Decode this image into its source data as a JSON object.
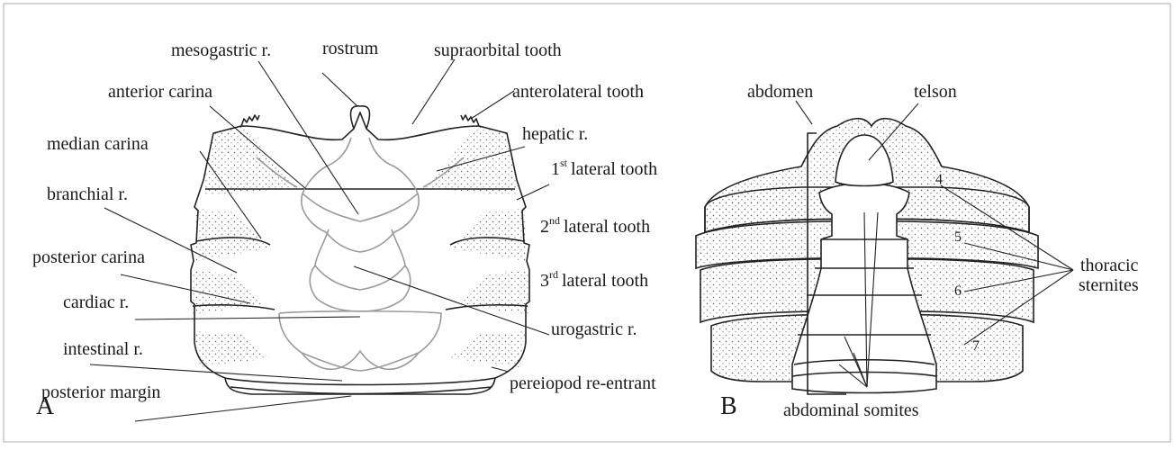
{
  "panel_a": {
    "letter": "A",
    "labels": {
      "rostrum": "rostrum",
      "mesogastric": "mesogastric r.",
      "supraorbital": "supraorbital tooth",
      "anterior_carina": "anterior carina",
      "anterolateral": "anterolateral tooth",
      "hepatic": "hepatic r.",
      "median_carina": "median carina",
      "lateral_1_num": "1",
      "lateral_1_sup": "st",
      "lateral_1_text": "lateral tooth",
      "branchial": "branchial r.",
      "lateral_2_num": "2",
      "lateral_2_sup": "nd",
      "lateral_2_text": "lateral tooth",
      "posterior_carina": "posterior carina",
      "lateral_3_num": "3",
      "lateral_3_sup": "rd",
      "lateral_3_text": "lateral tooth",
      "cardiac": "cardiac r.",
      "urogastric": "urogastric r.",
      "intestinal": "intestinal r.",
      "pereiopod": "pereiopod re-entrant",
      "posterior_margin": "posterior margin"
    }
  },
  "panel_b": {
    "letter": "B",
    "labels": {
      "abdomen": "abdomen",
      "telson": "telson",
      "sternite_4": "4",
      "sternite_5": "5",
      "sternite_6": "6",
      "sternite_7": "7",
      "thoracic_1": "thoracic",
      "thoracic_2": "sternites",
      "abdominal_somites": "abdominal somites"
    }
  },
  "colors": {
    "outline": "#222222",
    "region_lines": "#9a9a9a",
    "frame": "#bbbbbb",
    "stipple": "#666666"
  }
}
